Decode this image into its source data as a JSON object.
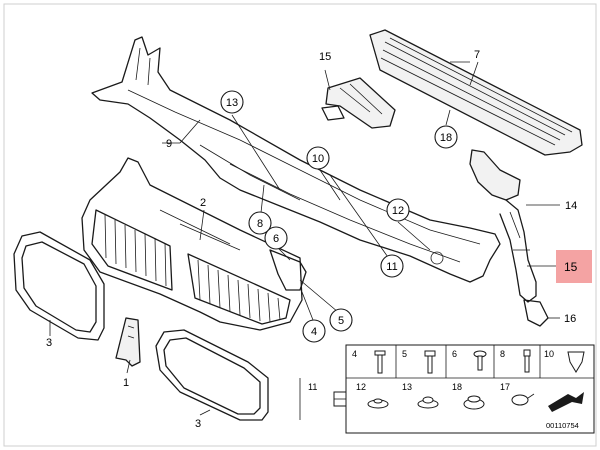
{
  "diagram_code": "00110754",
  "callouts": {
    "c1": "1",
    "c2": "2",
    "c3a": "3",
    "c3b": "3",
    "c4": "4",
    "c5": "5",
    "c6": "6",
    "c7": "7",
    "c8": "8",
    "c9": "9",
    "c10": "10",
    "c11": "11",
    "c12": "12",
    "c13": "13",
    "c14": "14",
    "c15a": "15",
    "c15b": "15",
    "c16": "16",
    "c18": "18"
  },
  "hardware_legend": {
    "row1": [
      "4",
      "5",
      "6",
      "8",
      "10"
    ],
    "row2": [
      "11",
      "12",
      "13",
      "18",
      "17"
    ]
  },
  "colors": {
    "highlight": "#f4a3a3",
    "line": "#1a1a1a"
  }
}
